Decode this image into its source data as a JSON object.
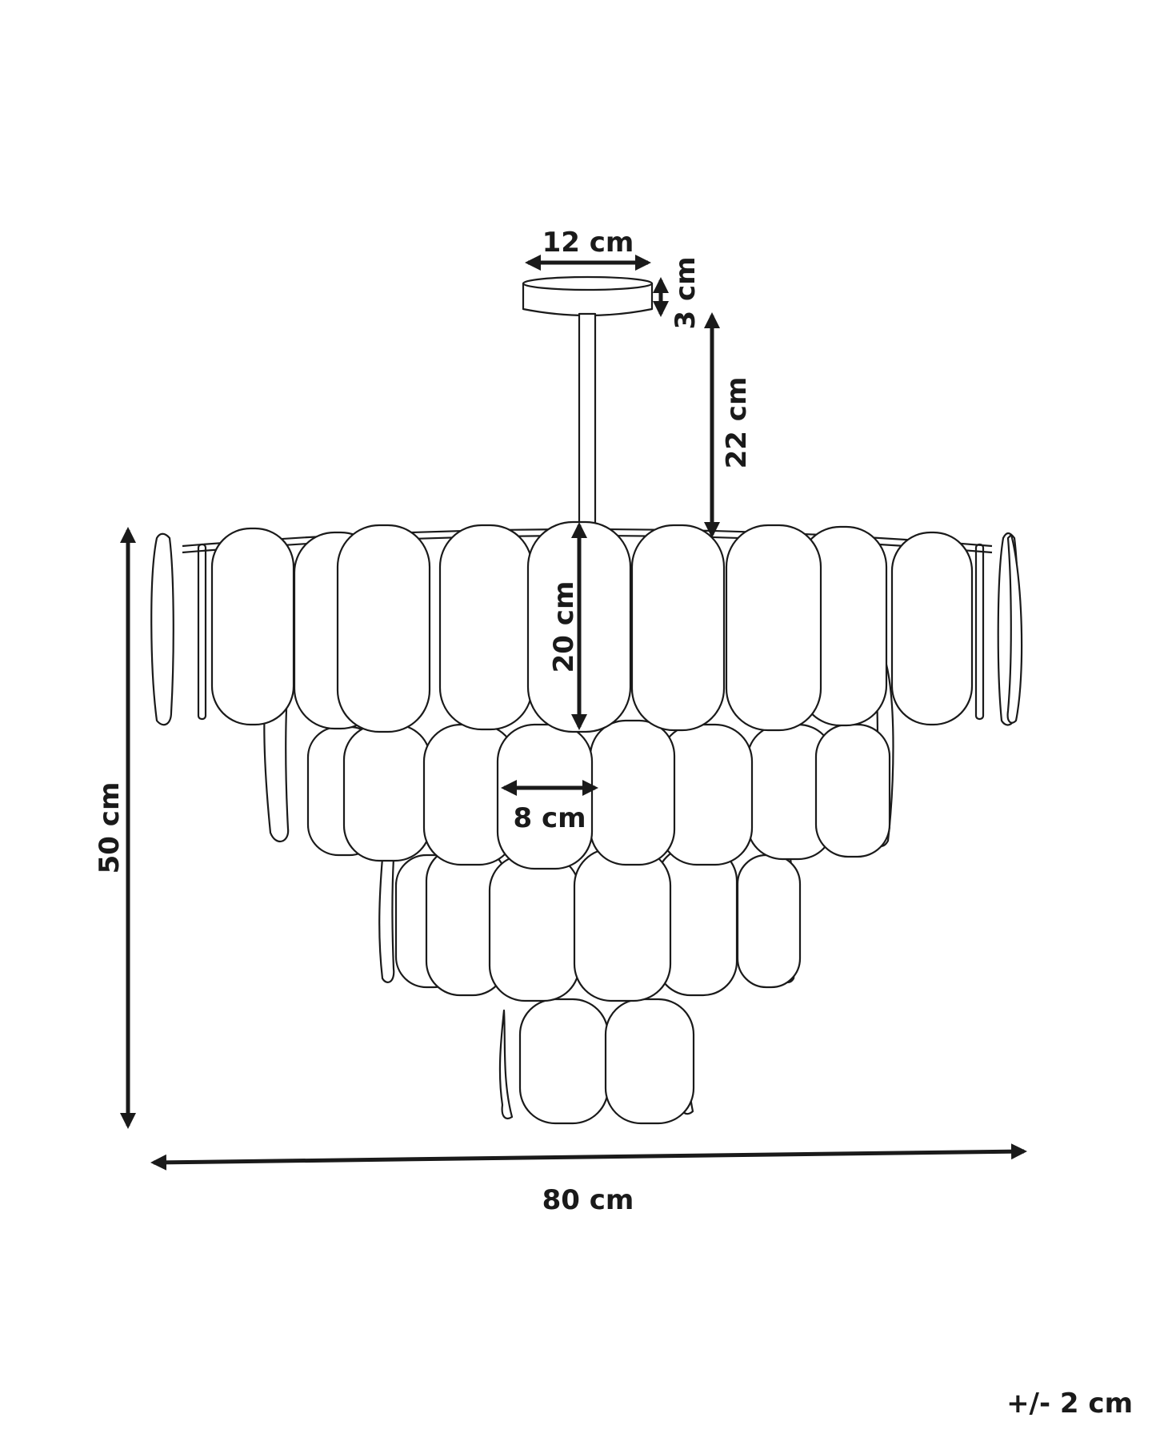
{
  "diagram": {
    "line_color": "#1a1a1a",
    "background": "#ffffff",
    "dimensions": {
      "canopy_width": "12 cm",
      "canopy_height": "3 cm",
      "rod_length": "22 cm",
      "shade_height": "20 cm",
      "shade_width": "8 cm",
      "total_height": "50 cm",
      "total_width": "80 cm"
    },
    "tolerance": "+/- 2 cm"
  }
}
